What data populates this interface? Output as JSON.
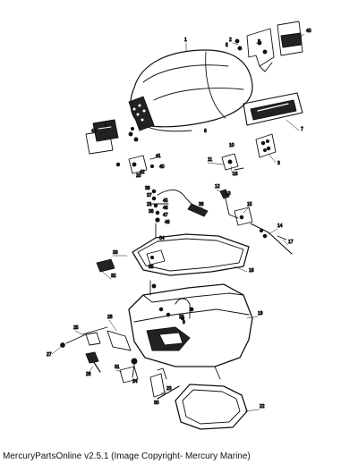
{
  "footer_text": "MercuryPartsOnline v2.5.1 (Image Copyright- Mercury Marine)",
  "callouts": [
    "1",
    "2",
    "3",
    "4",
    "5",
    "6",
    "7",
    "8",
    "9",
    "10",
    "11",
    "12",
    "13",
    "14",
    "15",
    "16",
    "17",
    "18",
    "19",
    "20",
    "21",
    "22",
    "23",
    "24",
    "25",
    "26",
    "27",
    "28",
    "29",
    "30",
    "31",
    "32",
    "33",
    "34",
    "35",
    "36",
    "37",
    "38",
    "39",
    "40",
    "41",
    "42",
    "43",
    "44",
    "45",
    "46",
    "47",
    "48"
  ]
}
